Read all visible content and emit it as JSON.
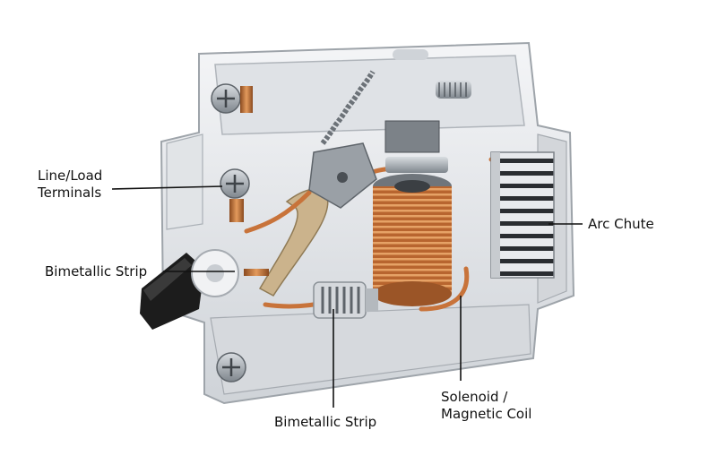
{
  "colors": {
    "housing": "#e6e8eb",
    "housing_shadow": "#b8bdc3",
    "copper": "#c8733a",
    "copper_dark": "#8a4a1f",
    "steel": "#9aa0a6",
    "black_lever": "#1c1c1c",
    "leader": "#111111"
  },
  "labels": {
    "line_load_1": "Line/Load",
    "line_load_2": "Terminals",
    "bimetallic_left": "Bimetallic Strip",
    "bimetallic_bottom": "Bimetallic Strip",
    "arc_chute": "Arc Chute",
    "solenoid_1": "Solenoid /",
    "solenoid_2": "Magnetic Coil"
  }
}
